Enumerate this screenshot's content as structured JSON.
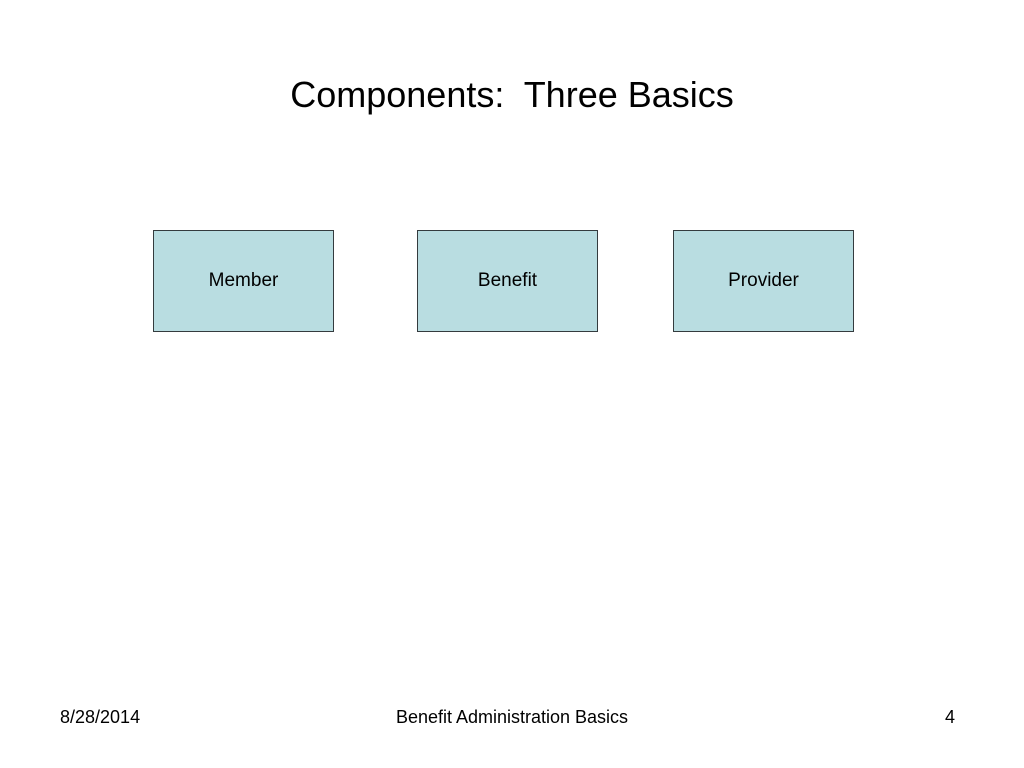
{
  "slide": {
    "title": "Components:  Three Basics",
    "background_color": "#ffffff",
    "diagram": {
      "box_fill_color": "#b9dde1",
      "box_border_color": "#343b3e",
      "boxes": [
        {
          "label": "Member"
        },
        {
          "label": "Benefit"
        },
        {
          "label": "Provider"
        }
      ]
    },
    "footer": {
      "date": "8/28/2014",
      "center_text": "Benefit Administration Basics",
      "page_number": "4"
    }
  }
}
